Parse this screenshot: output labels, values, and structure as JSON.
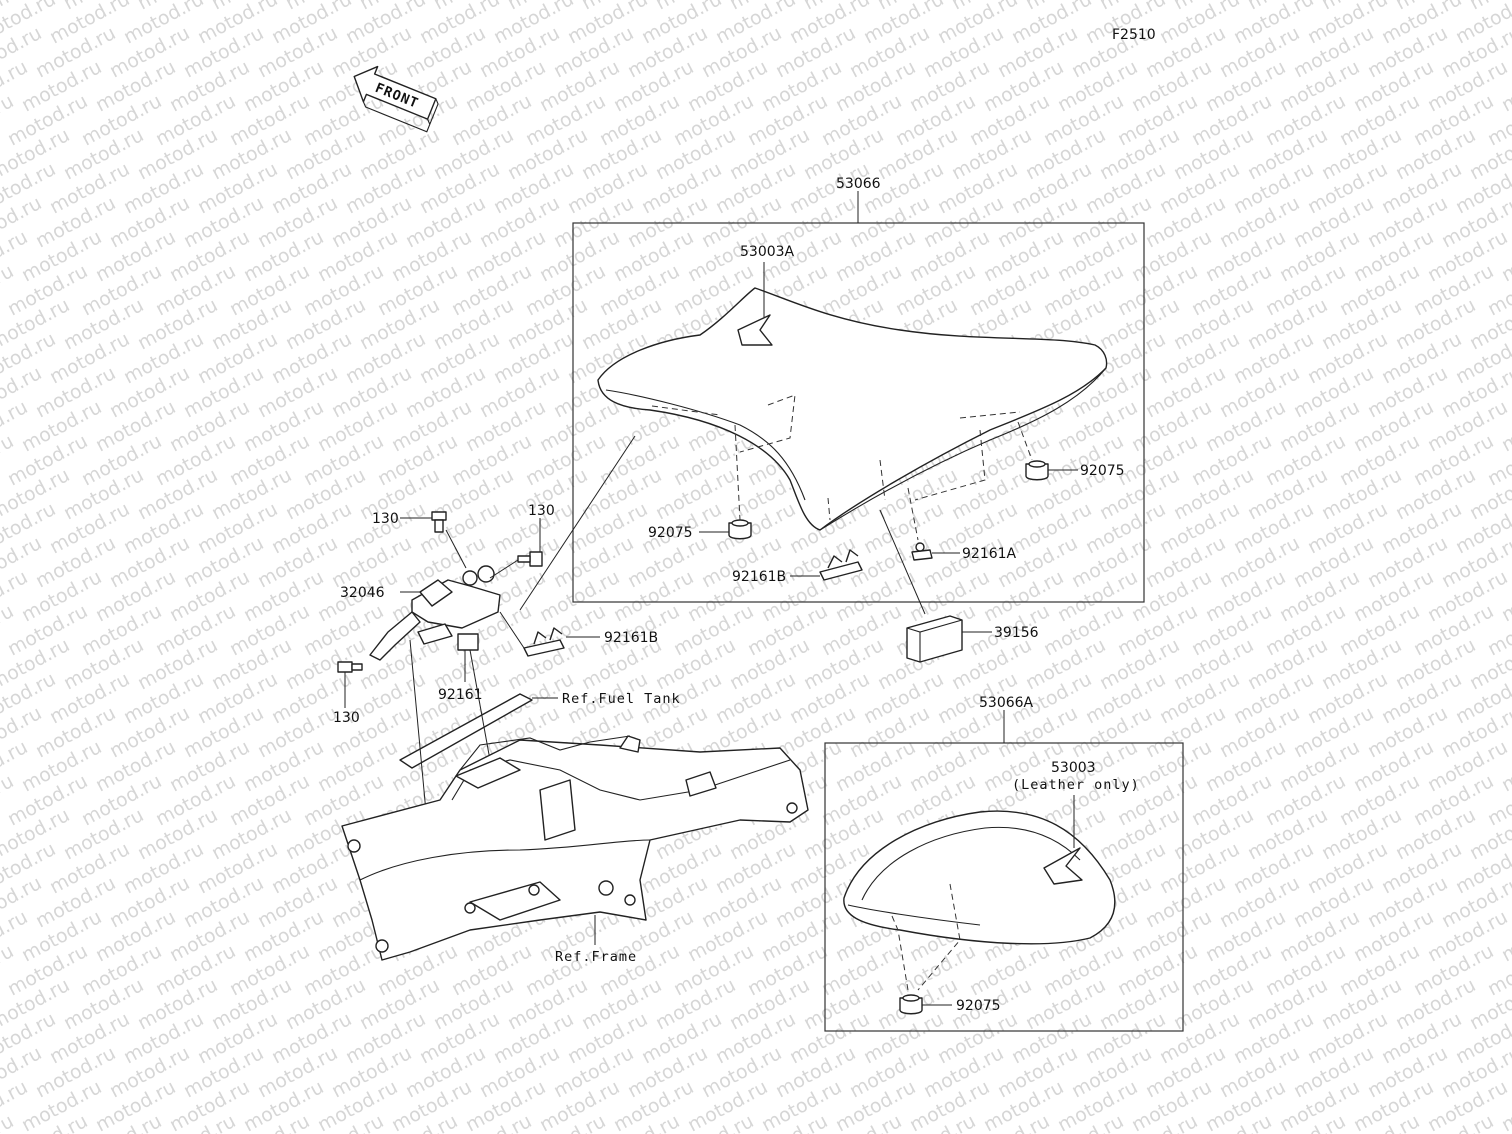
{
  "diagram_code": "F2510",
  "watermark": "motod.ru",
  "front_arrow_label": "FRONT",
  "labels": {
    "seat_assy": "53066",
    "seat_assy_a": "53066A",
    "cover_a": "53003A",
    "cover": "53003",
    "leather_only": "(Leather only)",
    "damper_left": "92075",
    "damper_right": "92075",
    "damper_pillion": "92075",
    "band_a": "92161A",
    "band_b_seat": "92161B",
    "band_b_bracket": "92161B",
    "band_bracket": "92161",
    "bolt_top": "130",
    "bolt_right": "130",
    "bolt_bottom": "130",
    "lock_bracket": "32046",
    "pouch": "39156",
    "ref_fuel_tank": "Ref.Fuel Tank",
    "ref_frame": "Ref.Frame"
  }
}
